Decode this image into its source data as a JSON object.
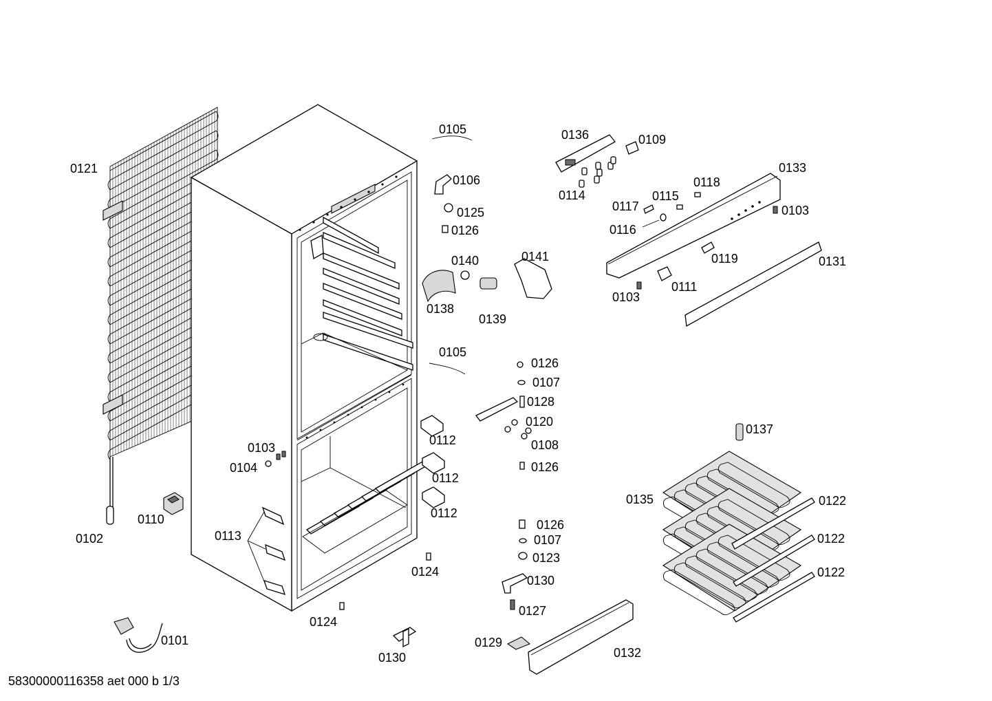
{
  "diagram": {
    "footer_text": "58300000116358 aet 000 b 1/3",
    "labels": [
      "0121",
      "0102",
      "0110",
      "0113",
      "0103",
      "0104",
      "0124",
      "0124",
      "0101",
      "0130",
      "0105",
      "0106",
      "0125",
      "0126",
      "0140",
      "0141",
      "0138",
      "0139",
      "0105",
      "0126",
      "0107",
      "0128",
      "0120",
      "0108",
      "0126",
      "0112",
      "0112",
      "0112",
      "0126",
      "0107",
      "0123",
      "0130",
      "0127",
      "0129",
      "0132",
      "0136",
      "0109",
      "0114",
      "0133",
      "0118",
      "0117",
      "0115",
      "0116",
      "0103",
      "0119",
      "0131",
      "0103",
      "0111",
      "0137",
      "0135",
      "0122",
      "0122",
      "0122"
    ]
  }
}
